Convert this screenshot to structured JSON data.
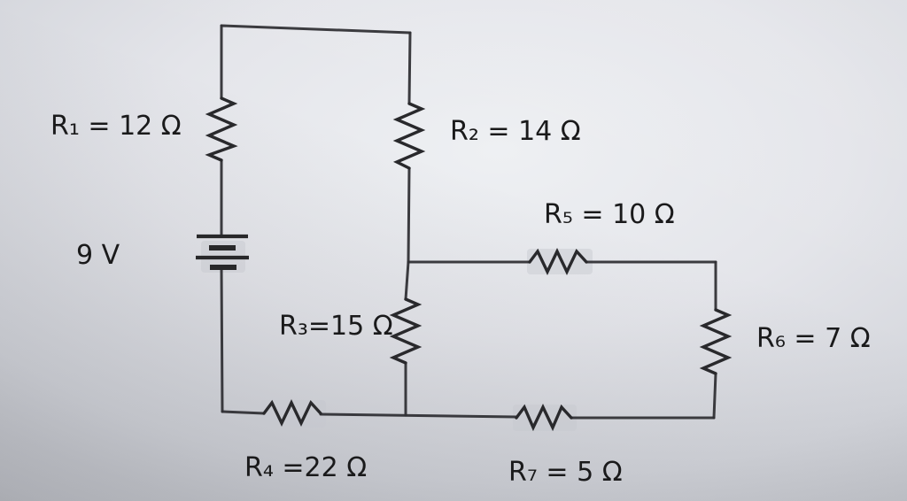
{
  "meta": {
    "description": "Photograph of a printed series-parallel resistor circuit schematic",
    "diagram_type": "circuit"
  },
  "colors": {
    "paper": "#e2e3e8",
    "wire": "#303034",
    "text": "#1a1a1b"
  },
  "battery": {
    "label": "9 V",
    "volts": 9
  },
  "resistors": {
    "r1": {
      "name": "R1",
      "ohms": 12,
      "label": "R₁ = 12 Ω",
      "orientation": "vertical"
    },
    "r2": {
      "name": "R2",
      "ohms": 14,
      "label": "R₂ = 14 Ω",
      "orientation": "vertical"
    },
    "r3": {
      "name": "R3",
      "ohms": 15,
      "label": "R₃=15 Ω",
      "orientation": "vertical"
    },
    "r4": {
      "name": "R4",
      "ohms": 22,
      "label": "R₄ =22 Ω",
      "orientation": "horizontal"
    },
    "r5": {
      "name": "R5",
      "ohms": 10,
      "label": "R₅ = 10 Ω",
      "orientation": "horizontal"
    },
    "r6": {
      "name": "R6",
      "ohms": 7,
      "label": "R₆ = 7 Ω",
      "orientation": "vertical"
    },
    "r7": {
      "name": "R7",
      "ohms": 5,
      "label": "R₇ = 5 Ω",
      "orientation": "horizontal"
    }
  }
}
